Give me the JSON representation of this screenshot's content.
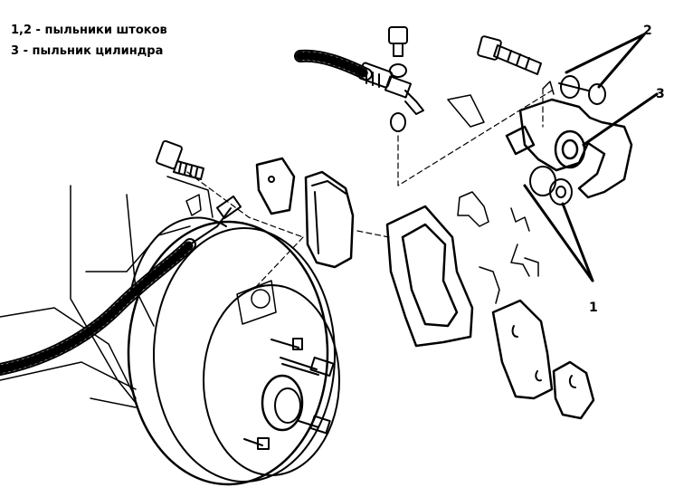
{
  "legend": {
    "line1": "1,2 - пыльники штоков",
    "line2": "3 - пыльник цилиндра"
  },
  "callouts": {
    "one": "1",
    "two": "2",
    "three": "3"
  },
  "colors": {
    "ink": "#000000",
    "paper": "#ffffff"
  },
  "parts": [
    "brake-disc",
    "wheel-studs",
    "brake-hose",
    "handbrake-cable",
    "caliper-guide-bolts",
    "caliper-body",
    "caliper-bracket",
    "brake-pads",
    "anti-rattle-springs",
    "piston-boot",
    "pin-boots"
  ]
}
